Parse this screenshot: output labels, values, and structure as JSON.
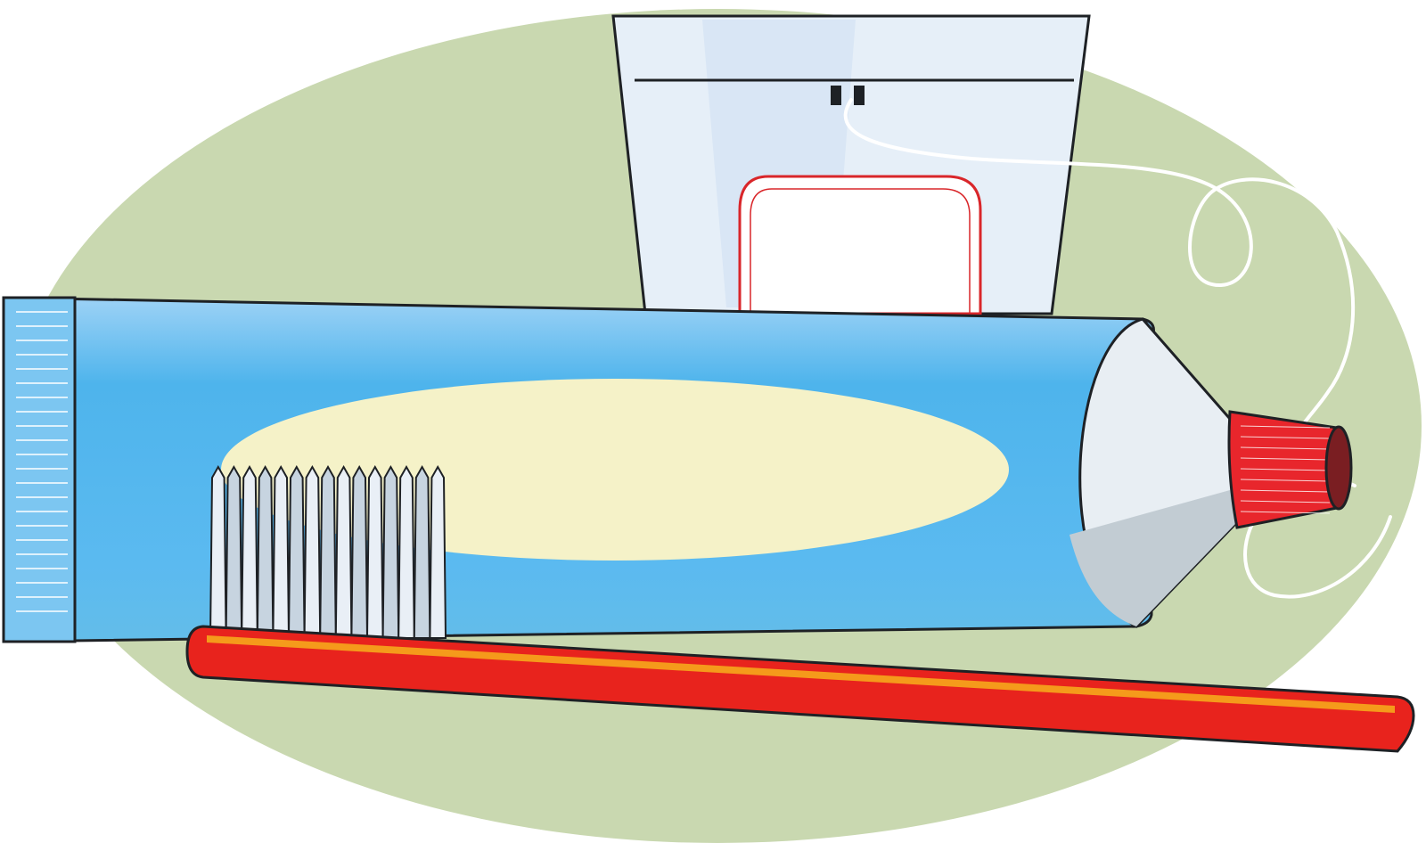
{
  "illustration": {
    "subject": "dental-hygiene-clip-art",
    "objects": [
      "background-oval",
      "dental-floss-box",
      "floss-string",
      "toothpaste-tube",
      "toothpaste-cap",
      "toothbrush"
    ]
  },
  "colors": {
    "background": "#ffffff",
    "oval": "#c9d8b0",
    "floss_box": "#e6eff8",
    "floss_box_highlight": "#d3e3f3",
    "floss_label_border": "#d9262a",
    "floss_string": "#ffffff",
    "tube_top": "#9dd2f6",
    "tube_mid": "#4eb4ec",
    "tube_bottom": "#63bde9",
    "tube_crimp": "#7cc6f1",
    "tube_label": "#f5f2c8",
    "tube_shoulder": "#e8eef3",
    "tube_shoulder_shadow": "#c2ccd3",
    "cap": "#e8262c",
    "cap_end": "#7a1e22",
    "brush_handle": "#e8231d",
    "brush_stripe": "#f59a1b",
    "bristles": "#e9eff6",
    "bristle_shade": "#c7d4e0",
    "outline": "#1e2125"
  }
}
